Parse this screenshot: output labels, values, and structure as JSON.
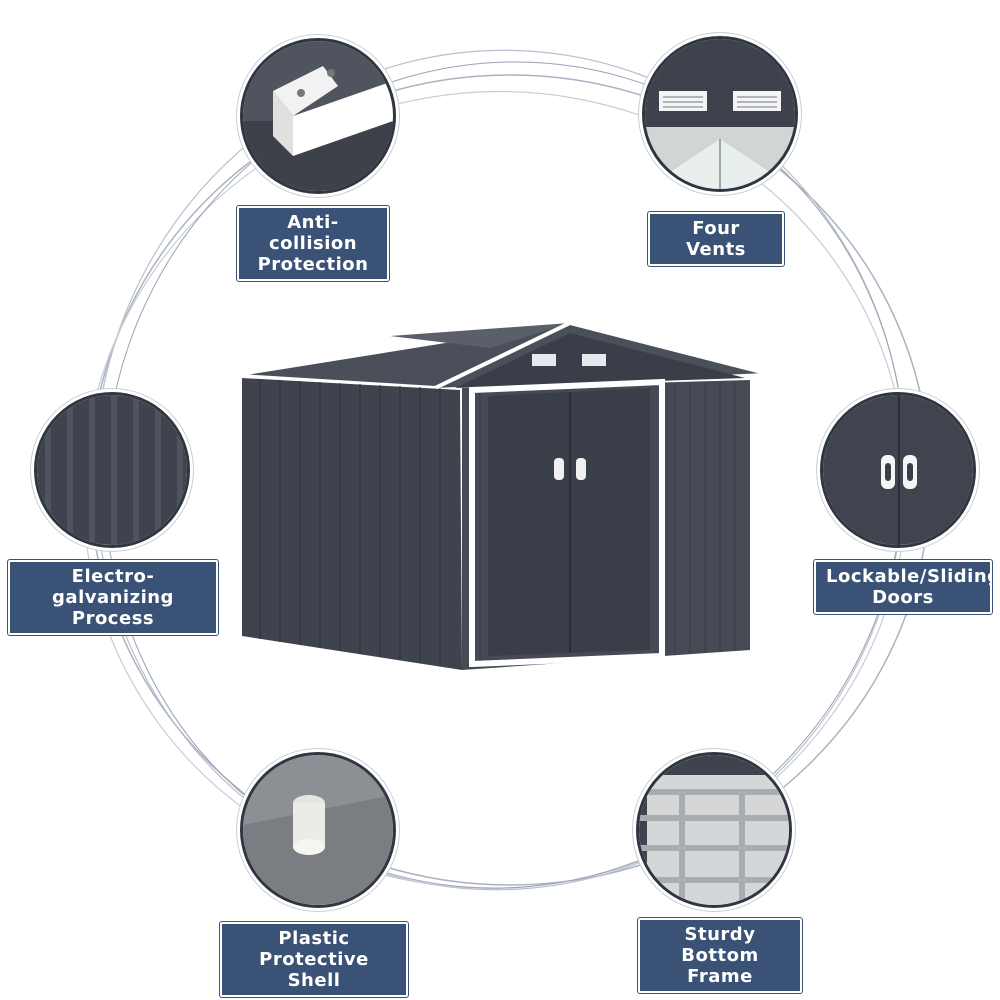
{
  "colors": {
    "label_bg": "#3b5277",
    "label_text": "#ffffff",
    "shed_body": "#3f434d",
    "shed_trim": "#ffffff",
    "ring_line": "#9aa3b4"
  },
  "features": [
    {
      "id": "anti-collision",
      "icon": "corner-bracket-icon",
      "line1": "Anti-collision",
      "line2": "Protection"
    },
    {
      "id": "four-vents",
      "icon": "vent-icon",
      "line1": "Four Vents",
      "line2": ""
    },
    {
      "id": "electro-galvanizing",
      "icon": "panel-ribs-icon",
      "line1": "Electro-galvanizing",
      "line2": "Process"
    },
    {
      "id": "lockable-doors",
      "icon": "door-handle-icon",
      "line1": "Lockable/Sliding",
      "line2": "Doors"
    },
    {
      "id": "plastic-shell",
      "icon": "plastic-cap-icon",
      "line1": "Plastic Protective",
      "line2": "Shell"
    },
    {
      "id": "bottom-frame",
      "icon": "floor-frame-icon",
      "line1": "Sturdy Bottom",
      "line2": "Frame"
    }
  ]
}
